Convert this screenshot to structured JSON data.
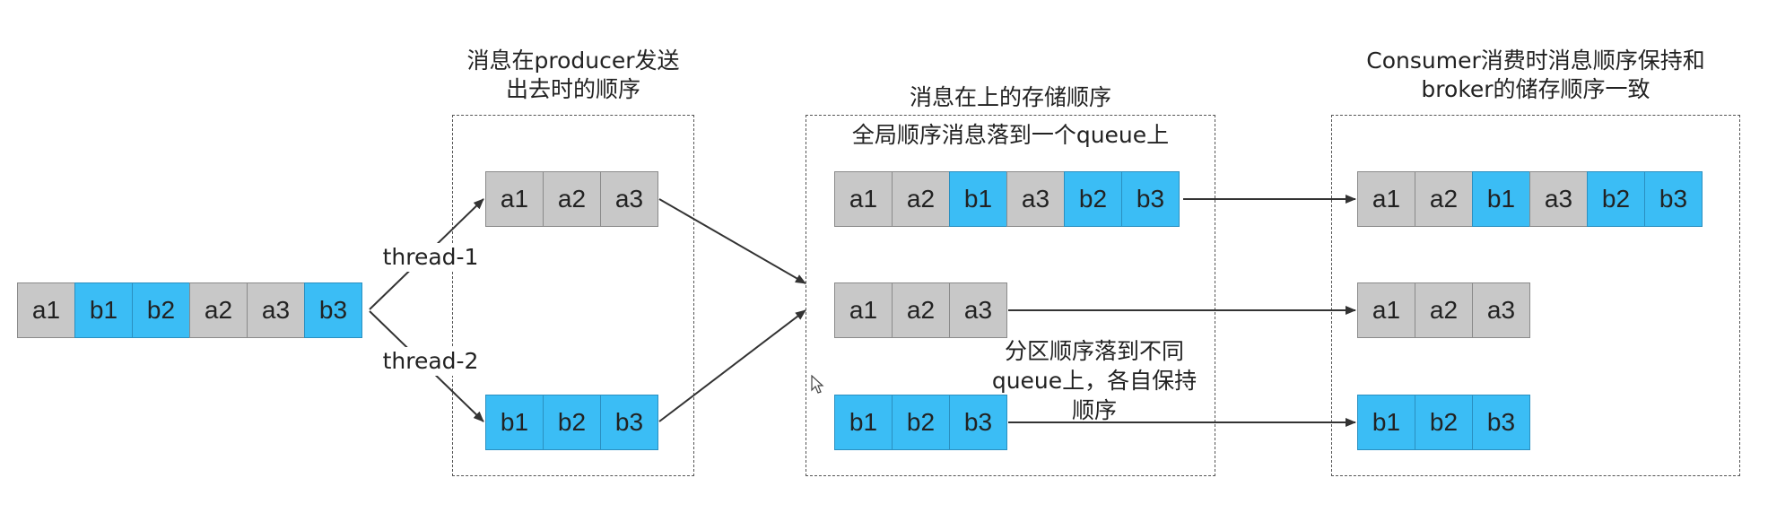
{
  "colors": {
    "a_fill": "#c8c8c8",
    "b_fill": "#3bbdf5",
    "line": "#333333"
  },
  "source_queue": [
    "a1",
    "b1",
    "b2",
    "a2",
    "a3",
    "b3"
  ],
  "thread_labels": {
    "thread1": "thread-1",
    "thread2": "thread-2"
  },
  "producer": {
    "title_line1": "消息在producer发送",
    "title_line2": "出去时的顺序",
    "thread1_queue": [
      "a1",
      "a2",
      "a3"
    ],
    "thread2_queue": [
      "b1",
      "b2",
      "b3"
    ]
  },
  "broker": {
    "title": "消息在上的存储顺序",
    "subtitle": "全局顺序消息落到一个queue上",
    "global_queue": [
      "a1",
      "a2",
      "b1",
      "a3",
      "b2",
      "b3"
    ],
    "partition_a_queue": [
      "a1",
      "a2",
      "a3"
    ],
    "partition_b_queue": [
      "b1",
      "b2",
      "b3"
    ],
    "partition_note_line1": "分区顺序落到不同",
    "partition_note_line2": "queue上，各自保持",
    "partition_note_line3": "顺序"
  },
  "consumer": {
    "title_line1": "Consumer消费时消息顺序保持和",
    "title_line2": "broker的储存顺序一致",
    "global_queue": [
      "a1",
      "a2",
      "b1",
      "a3",
      "b2",
      "b3"
    ],
    "partition_a_queue": [
      "a1",
      "a2",
      "a3"
    ],
    "partition_b_queue": [
      "b1",
      "b2",
      "b3"
    ]
  }
}
